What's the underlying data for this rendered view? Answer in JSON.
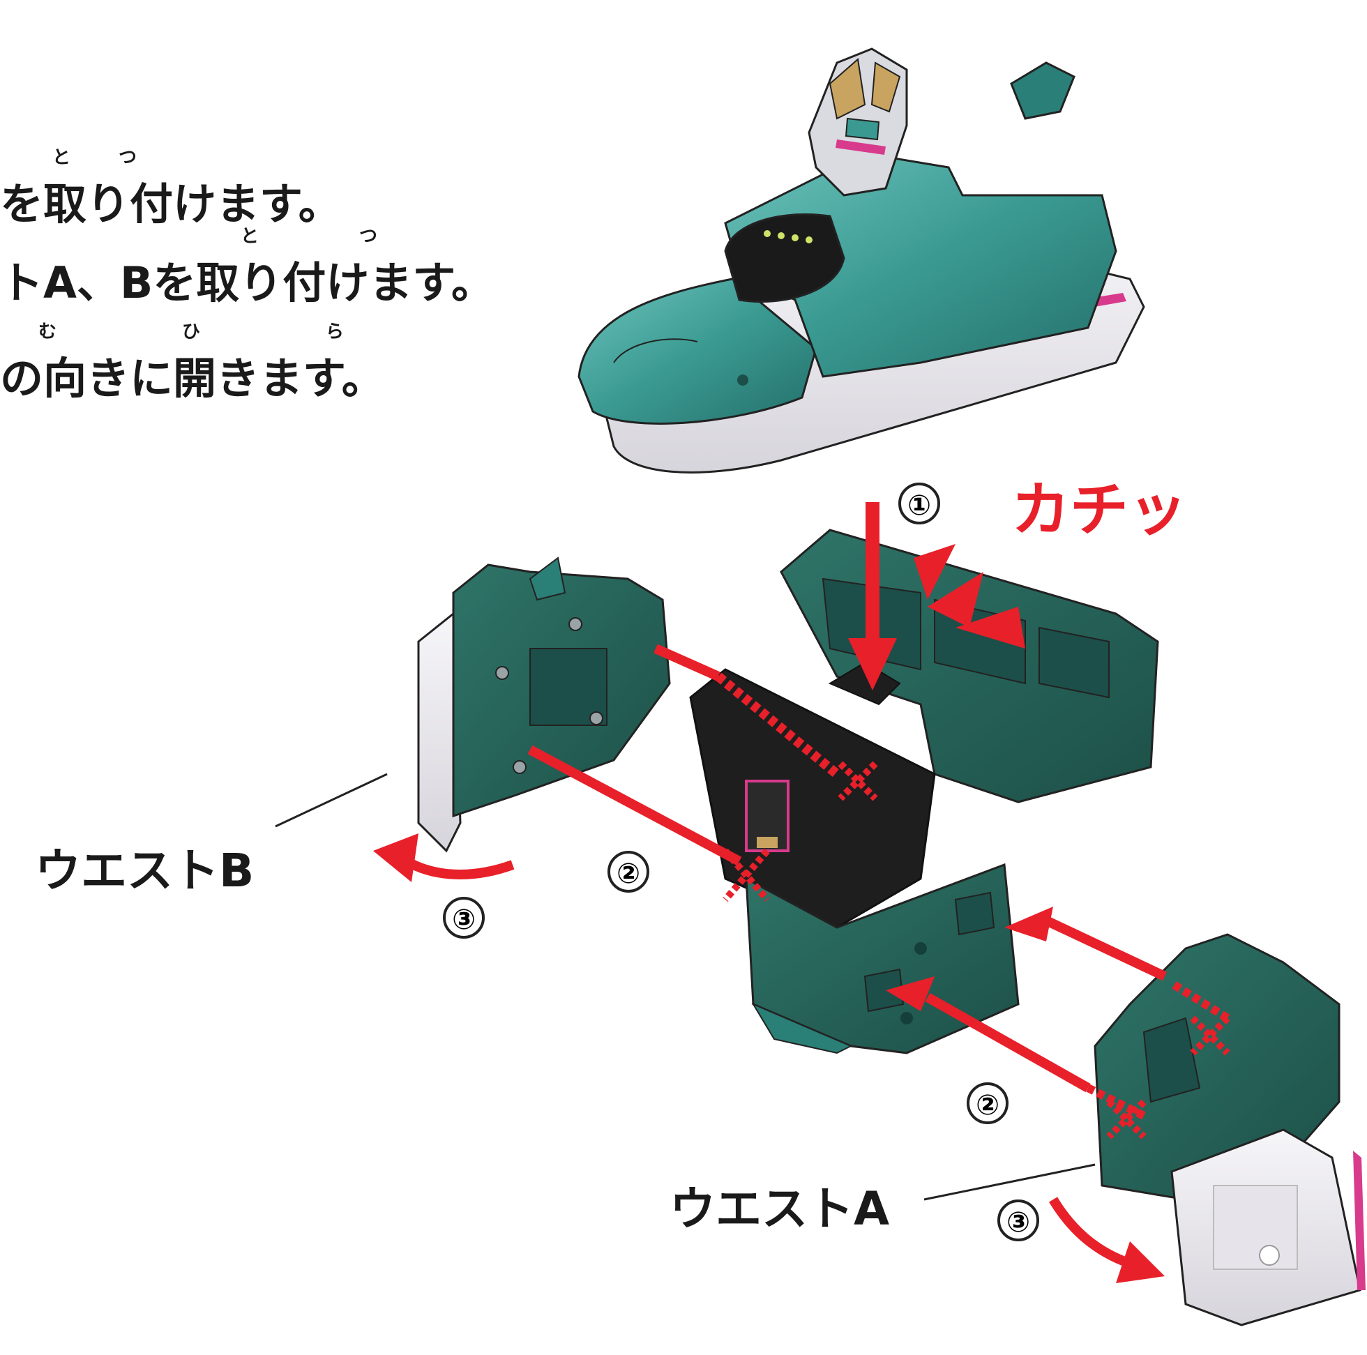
{
  "instructions": [
    {
      "ruby": [
        "と",
        "つ"
      ],
      "text": "を取り付けます。"
    },
    {
      "ruby": [
        "と",
        "つ"
      ],
      "text": "トA、Bを取り付けます。"
    },
    {
      "ruby": [
        "む",
        "ひら"
      ],
      "text": "の向きに開きます。"
    }
  ],
  "labels": {
    "waist_a": "ウエストA",
    "waist_b": "ウエストB",
    "click_sfx": "カチッ"
  },
  "steps": {
    "s1": "①",
    "s2_left": "②",
    "s2_right": "②",
    "s3_left": "③",
    "s3_right": "③"
  },
  "colors": {
    "accent_red": "#e8202a",
    "toy_teal": "#3a9a92",
    "toy_dark_green": "#245f55",
    "toy_white": "#eceaf0",
    "toy_black": "#1e1e1e",
    "toy_gold": "#c9a460",
    "toy_pink": "#d83a8c"
  }
}
